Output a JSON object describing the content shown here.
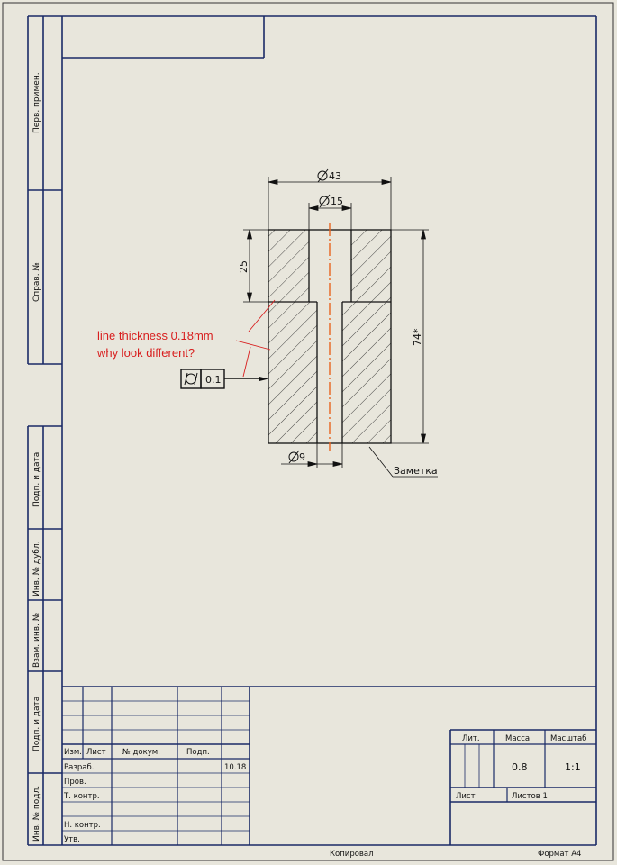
{
  "left_column": {
    "perv_primen": "Перв. примен.",
    "sprav_no": "Справ. №",
    "podp_i_data_1": "Подп. и дата",
    "inv_dubl": "Инв. № дубл.",
    "vzam_inv": "Взам. инв. №",
    "podp_i_data_2": "Подп. и дата",
    "inv_podl": "Инв. № подл."
  },
  "drawing": {
    "dim_outer_diameter": "43",
    "dim_counterbore_diameter": "15",
    "dim_counterbore_depth": "25",
    "dim_total_length": "74*",
    "dim_hole_diameter": "9",
    "tolerance_value": "0.1",
    "leader_label": "Заметка"
  },
  "annotation": {
    "line1": "line thickness 0.18mm",
    "line2": "why look different?"
  },
  "title_block": {
    "headers": {
      "izm": "Изм.",
      "list": "Лист",
      "doc_no": "№ докум.",
      "podp": "Подп.",
      "lit": "Лит.",
      "massa": "Масса",
      "masshtab": "Масштаб",
      "list2": "Лист",
      "listov": "Листов 1"
    },
    "rows": {
      "razrab": "Разраб.",
      "prov": "Пров.",
      "t_kontr": "Т. контр.",
      "n_kontr": "Н. контр.",
      "utv": "Утв."
    },
    "date_value": "10.18",
    "mass_value": "0.8",
    "scale_value": "1:1"
  },
  "footer": {
    "kopiroval": "Копировал",
    "format": "Формат A4"
  },
  "colors": {
    "background": "#e8e6dc",
    "lines": "#111111",
    "annotation": "#d81e1e",
    "centerline": "#e8641e"
  }
}
